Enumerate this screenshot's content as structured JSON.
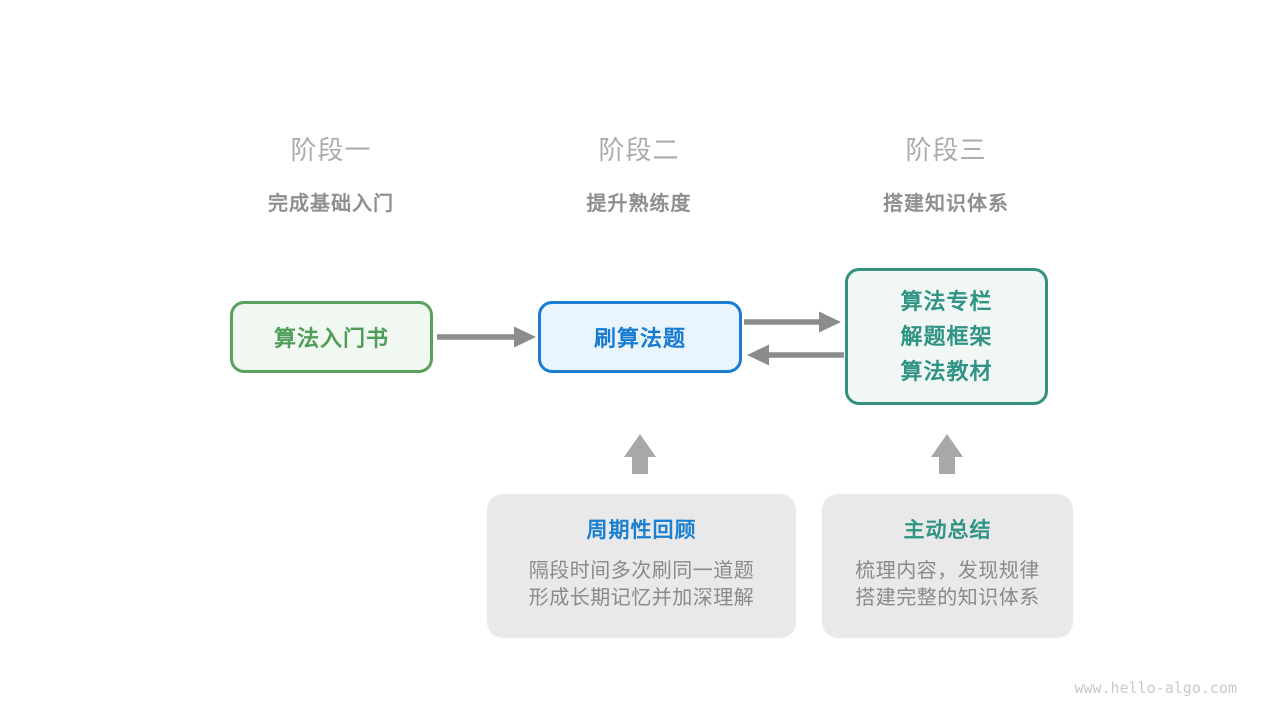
{
  "stages": [
    {
      "title": "阶段一",
      "subtitle": "完成基础入门"
    },
    {
      "title": "阶段二",
      "subtitle": "提升熟练度"
    },
    {
      "title": "阶段三",
      "subtitle": "搭建知识体系"
    }
  ],
  "nodes": {
    "intro_book": {
      "label": "算法入门书"
    },
    "practice": {
      "label": "刷算法题"
    },
    "advanced": {
      "lines": [
        "算法专栏",
        "解题框架",
        "算法教材"
      ]
    }
  },
  "callouts": [
    {
      "title": "周期性回顾",
      "lines": [
        "隔段时间多次刷同一道题",
        "形成长期记忆并加深理解"
      ]
    },
    {
      "title": "主动总结",
      "lines": [
        "梳理内容，发现规律",
        "搭建完整的知识体系"
      ]
    }
  ],
  "watermark": "www.hello-algo.com",
  "colors": {
    "green_border": "#5ba05c",
    "green_fill": "#f1f7f1",
    "green_text": "#4f9e58",
    "blue_border": "#1a7dd0",
    "blue_fill": "#eaf4fc",
    "blue_text": "#177cd1",
    "teal_border": "#35917f",
    "teal_fill": "#f0f7f4",
    "teal_text": "#2f9484",
    "line_arrow": "#8c8c8c",
    "block_arrow": "#a8a8a8",
    "callout_bg": "#e9e9e9",
    "stage_title": "#ababab",
    "stage_subtitle": "#8f8f8f",
    "body_text": "#8a8a8a",
    "watermark_text": "#c9c9c9"
  }
}
